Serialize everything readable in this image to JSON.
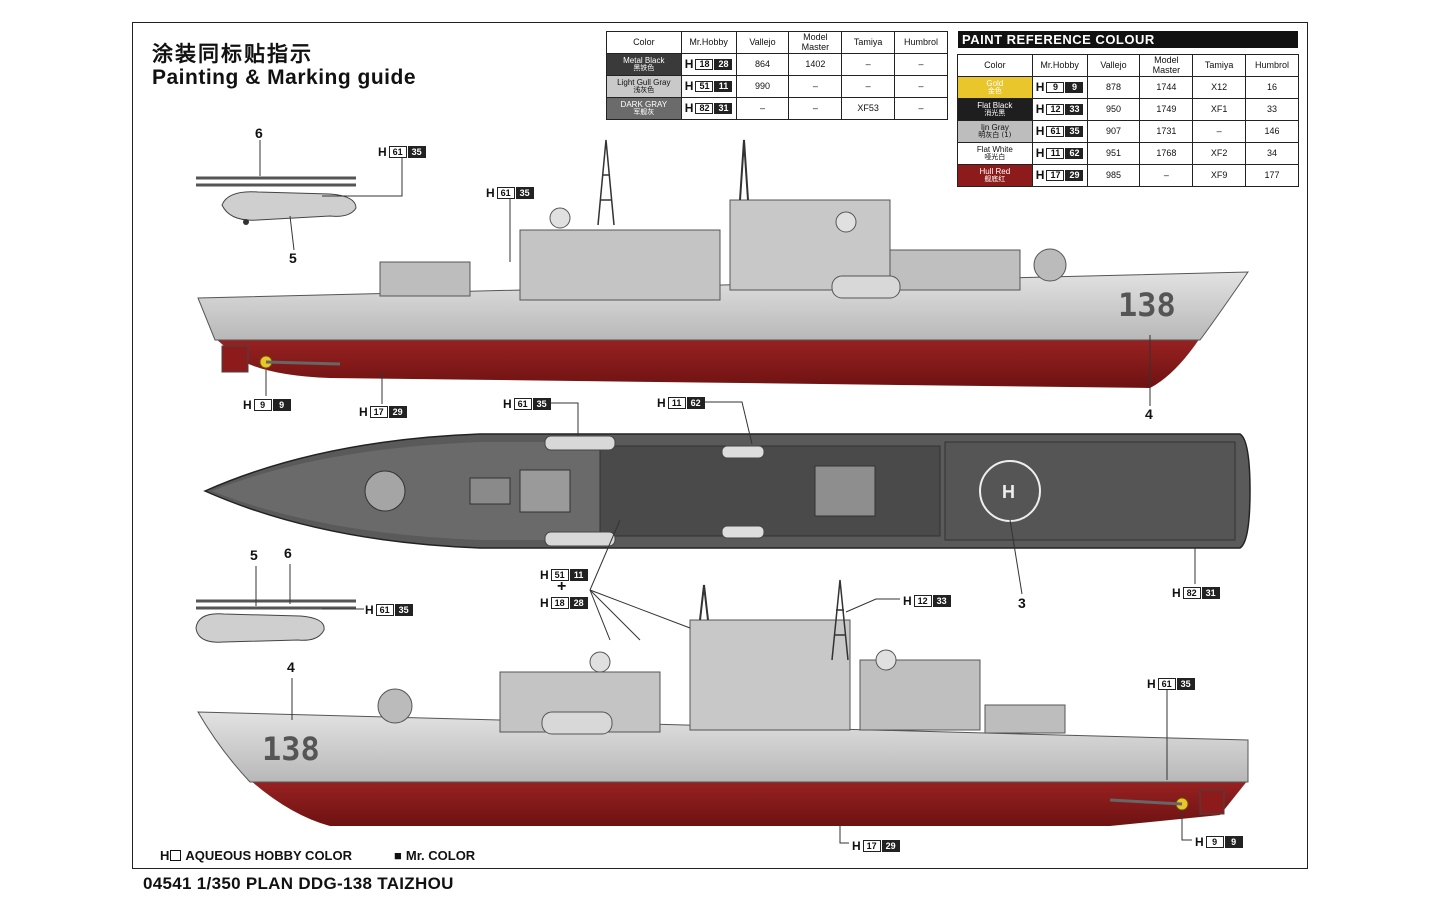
{
  "title_cn": "涂装同标贴指示",
  "title_en": "Painting & Marking guide",
  "table_left": {
    "headers": [
      "Color",
      "Mr.Hobby",
      "Vallejo",
      "Model Master",
      "Tamiya",
      "Humbrol"
    ],
    "rows": [
      {
        "color_en": "Metal Black",
        "color_cn": "黑铁色",
        "swatch": "#3a3a3a",
        "h1": "18",
        "h2": "28",
        "vallejo": "864",
        "model_master": "1402",
        "tamiya": "–",
        "humbrol": "–"
      },
      {
        "color_en": "Light Gull Gray",
        "color_cn": "浅灰色",
        "swatch": "#c9c9c9",
        "h1": "51",
        "h2": "11",
        "vallejo": "990",
        "model_master": "–",
        "tamiya": "–",
        "humbrol": "–"
      },
      {
        "color_en": "DARK GRAY",
        "color_cn": "军舰灰",
        "swatch": "#6b6b6b",
        "h1": "82",
        "h2": "31",
        "vallejo": "–",
        "model_master": "–",
        "tamiya": "XF53",
        "humbrol": "–"
      }
    ]
  },
  "table_right": {
    "title": "PAINT  REFERENCE COLOUR",
    "headers": [
      "Color",
      "Mr.Hobby",
      "Vallejo",
      "Model Master",
      "Tamiya",
      "Humbrol"
    ],
    "rows": [
      {
        "color_en": "Gold",
        "color_cn": "金色",
        "swatch": "#e8c62c",
        "h1": "9",
        "h2": "9",
        "vallejo": "878",
        "model_master": "1744",
        "tamiya": "X12",
        "humbrol": "16"
      },
      {
        "color_en": "Flat Black",
        "color_cn": "消光黑",
        "swatch": "#1e1e1e",
        "h1": "12",
        "h2": "33",
        "vallejo": "950",
        "model_master": "1749",
        "tamiya": "XF1",
        "humbrol": "33"
      },
      {
        "color_en": "Ijn Gray",
        "color_cn": "明灰白 (1)",
        "swatch": "#bdbdbd",
        "h1": "61",
        "h2": "35",
        "vallejo": "907",
        "model_master": "1731",
        "tamiya": "–",
        "humbrol": "146"
      },
      {
        "color_en": "Flat White",
        "color_cn": "哑光白",
        "swatch": "#ffffff",
        "h1": "11",
        "h2": "62",
        "vallejo": "951",
        "model_master": "1768",
        "tamiya": "XF2",
        "humbrol": "34"
      },
      {
        "color_en": "Hull Red",
        "color_cn": "舰底红",
        "swatch": "#8e1b1b",
        "h1": "17",
        "h2": "29",
        "vallejo": "985",
        "model_master": "–",
        "tamiya": "XF9",
        "humbrol": "177"
      }
    ]
  },
  "callouts": {
    "heli1_top": {
      "h": "H",
      "n1": "61",
      "n2": "35"
    },
    "mast_top": {
      "h": "H",
      "n1": "61",
      "n2": "35"
    },
    "prop_top": {
      "h": "H",
      "n1": "9",
      "n2": "9"
    },
    "hull_top": {
      "h": "H",
      "n1": "17",
      "n2": "29"
    },
    "deck_left": {
      "h": "H",
      "n1": "61",
      "n2": "35"
    },
    "deck_mid": {
      "h": "H",
      "n1": "11",
      "n2": "62"
    },
    "deck_combo_a": {
      "h": "H",
      "n1": "51",
      "n2": "11"
    },
    "deck_combo_plus": "+",
    "deck_combo_b": {
      "h": "H",
      "n1": "18",
      "n2": "28"
    },
    "deck_right": {
      "h": "H",
      "n1": "82",
      "n2": "31"
    },
    "heli2": {
      "h": "H",
      "n1": "61",
      "n2": "35"
    },
    "mast_bottom": {
      "h": "H",
      "n1": "12",
      "n2": "33"
    },
    "stern_bottom": {
      "h": "H",
      "n1": "61",
      "n2": "35"
    },
    "hull_bottom": {
      "h": "H",
      "n1": "17",
      "n2": "29"
    },
    "prop_bottom": {
      "h": "H",
      "n1": "9",
      "n2": "9"
    }
  },
  "part_numbers": {
    "heli1_rotor": "6",
    "heli1_body": "5",
    "bow_top": "4",
    "deck_helipad": "3",
    "heli2_a": "5",
    "heli2_b": "6",
    "bow_bottom": "4"
  },
  "hull_number": "138",
  "legend": {
    "aqueous_prefix": "H",
    "aqueous": "AQUEOUS HOBBY COLOR",
    "mr_prefix": "■",
    "mr": "Mr. COLOR"
  },
  "footer": "04541 1/350 PLAN DDG-138 TAIZHOU",
  "colors": {
    "hull_red": "#8e1b1b",
    "hull_gray": "#c8c8c8",
    "deck_dark": "#5a5a5a",
    "line": "#222222"
  }
}
